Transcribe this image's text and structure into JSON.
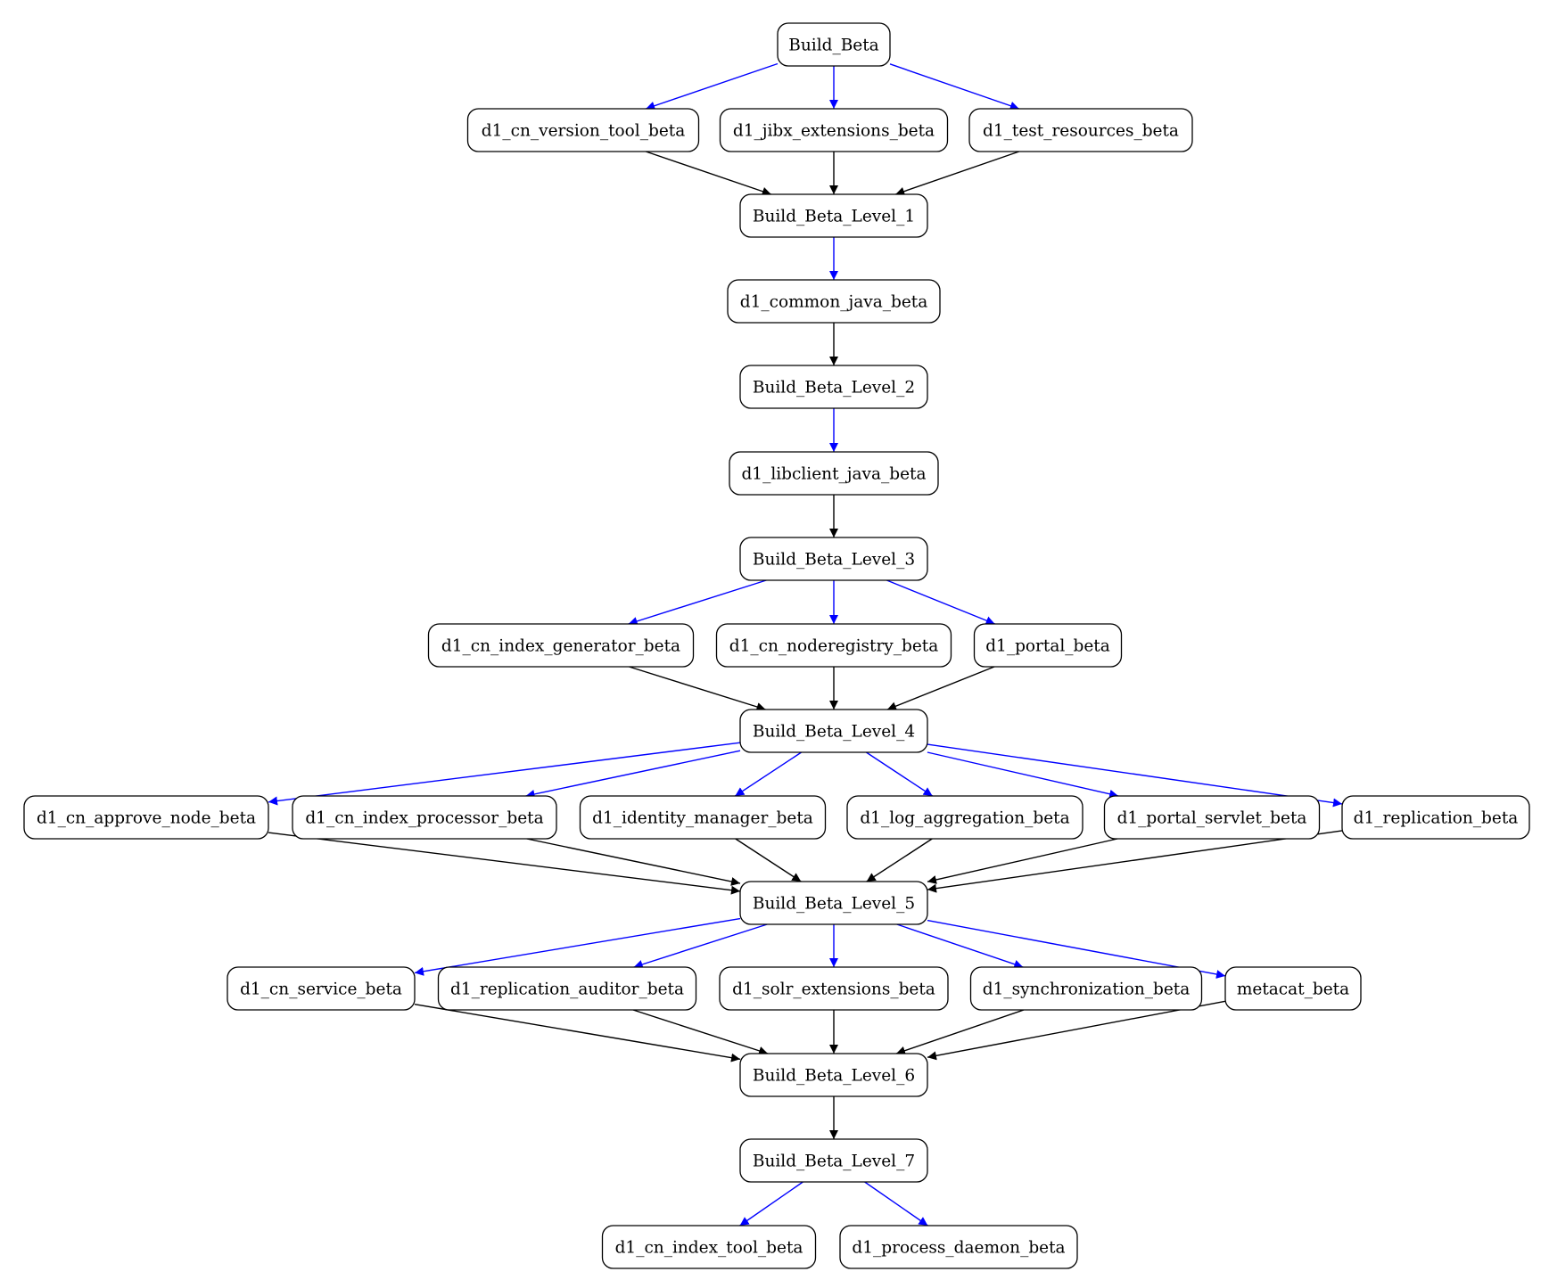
{
  "colors": {
    "blue_edge": "#0000ff",
    "black_edge": "#000000",
    "node_border": "#000000",
    "background": "#ffffff"
  },
  "graph": {
    "nodes": [
      {
        "id": "build_beta",
        "label": "Build_Beta"
      },
      {
        "id": "cn_version_tool",
        "label": "d1_cn_version_tool_beta"
      },
      {
        "id": "jibx_extensions",
        "label": "d1_jibx_extensions_beta"
      },
      {
        "id": "test_resources",
        "label": "d1_test_resources_beta"
      },
      {
        "id": "level_1",
        "label": "Build_Beta_Level_1"
      },
      {
        "id": "common_java",
        "label": "d1_common_java_beta"
      },
      {
        "id": "level_2",
        "label": "Build_Beta_Level_2"
      },
      {
        "id": "libclient_java",
        "label": "d1_libclient_java_beta"
      },
      {
        "id": "level_3",
        "label": "Build_Beta_Level_3"
      },
      {
        "id": "cn_index_generator",
        "label": "d1_cn_index_generator_beta"
      },
      {
        "id": "cn_noderegistry",
        "label": "d1_cn_noderegistry_beta"
      },
      {
        "id": "portal",
        "label": "d1_portal_beta"
      },
      {
        "id": "level_4",
        "label": "Build_Beta_Level_4"
      },
      {
        "id": "cn_approve_node",
        "label": "d1_cn_approve_node_beta"
      },
      {
        "id": "cn_index_processor",
        "label": "d1_cn_index_processor_beta"
      },
      {
        "id": "identity_manager",
        "label": "d1_identity_manager_beta"
      },
      {
        "id": "log_aggregation",
        "label": "d1_log_aggregation_beta"
      },
      {
        "id": "portal_servlet",
        "label": "d1_portal_servlet_beta"
      },
      {
        "id": "replication",
        "label": "d1_replication_beta"
      },
      {
        "id": "level_5",
        "label": "Build_Beta_Level_5"
      },
      {
        "id": "cn_service",
        "label": "d1_cn_service_beta"
      },
      {
        "id": "replication_auditor",
        "label": "d1_replication_auditor_beta"
      },
      {
        "id": "solr_extensions",
        "label": "d1_solr_extensions_beta"
      },
      {
        "id": "synchronization",
        "label": "d1_synchronization_beta"
      },
      {
        "id": "metacat",
        "label": "metacat_beta"
      },
      {
        "id": "level_6",
        "label": "Build_Beta_Level_6"
      },
      {
        "id": "level_7",
        "label": "Build_Beta_Level_7"
      },
      {
        "id": "cn_index_tool",
        "label": "d1_cn_index_tool_beta"
      },
      {
        "id": "process_daemon",
        "label": "d1_process_daemon_beta"
      }
    ],
    "edges": [
      {
        "from": "build_beta",
        "to": "cn_version_tool",
        "color": "blue"
      },
      {
        "from": "build_beta",
        "to": "jibx_extensions",
        "color": "blue"
      },
      {
        "from": "build_beta",
        "to": "test_resources",
        "color": "blue"
      },
      {
        "from": "cn_version_tool",
        "to": "level_1",
        "color": "black"
      },
      {
        "from": "jibx_extensions",
        "to": "level_1",
        "color": "black"
      },
      {
        "from": "test_resources",
        "to": "level_1",
        "color": "black"
      },
      {
        "from": "level_1",
        "to": "common_java",
        "color": "blue"
      },
      {
        "from": "common_java",
        "to": "level_2",
        "color": "black"
      },
      {
        "from": "level_2",
        "to": "libclient_java",
        "color": "blue"
      },
      {
        "from": "libclient_java",
        "to": "level_3",
        "color": "black"
      },
      {
        "from": "level_3",
        "to": "cn_index_generator",
        "color": "blue"
      },
      {
        "from": "level_3",
        "to": "cn_noderegistry",
        "color": "blue"
      },
      {
        "from": "level_3",
        "to": "portal",
        "color": "blue"
      },
      {
        "from": "cn_index_generator",
        "to": "level_4",
        "color": "black"
      },
      {
        "from": "cn_noderegistry",
        "to": "level_4",
        "color": "black"
      },
      {
        "from": "portal",
        "to": "level_4",
        "color": "black"
      },
      {
        "from": "level_4",
        "to": "cn_approve_node",
        "color": "blue"
      },
      {
        "from": "level_4",
        "to": "cn_index_processor",
        "color": "blue"
      },
      {
        "from": "level_4",
        "to": "identity_manager",
        "color": "blue"
      },
      {
        "from": "level_4",
        "to": "log_aggregation",
        "color": "blue"
      },
      {
        "from": "level_4",
        "to": "portal_servlet",
        "color": "blue"
      },
      {
        "from": "level_4",
        "to": "replication",
        "color": "blue"
      },
      {
        "from": "cn_approve_node",
        "to": "level_5",
        "color": "black"
      },
      {
        "from": "cn_index_processor",
        "to": "level_5",
        "color": "black"
      },
      {
        "from": "identity_manager",
        "to": "level_5",
        "color": "black"
      },
      {
        "from": "log_aggregation",
        "to": "level_5",
        "color": "black"
      },
      {
        "from": "portal_servlet",
        "to": "level_5",
        "color": "black"
      },
      {
        "from": "replication",
        "to": "level_5",
        "color": "black"
      },
      {
        "from": "level_5",
        "to": "cn_service",
        "color": "blue"
      },
      {
        "from": "level_5",
        "to": "replication_auditor",
        "color": "blue"
      },
      {
        "from": "level_5",
        "to": "solr_extensions",
        "color": "blue"
      },
      {
        "from": "level_5",
        "to": "synchronization",
        "color": "blue"
      },
      {
        "from": "level_5",
        "to": "metacat",
        "color": "blue"
      },
      {
        "from": "cn_service",
        "to": "level_6",
        "color": "black"
      },
      {
        "from": "replication_auditor",
        "to": "level_6",
        "color": "black"
      },
      {
        "from": "solr_extensions",
        "to": "level_6",
        "color": "black"
      },
      {
        "from": "synchronization",
        "to": "level_6",
        "color": "black"
      },
      {
        "from": "metacat",
        "to": "level_6",
        "color": "black"
      },
      {
        "from": "level_6",
        "to": "level_7",
        "color": "black"
      },
      {
        "from": "level_7",
        "to": "cn_index_tool",
        "color": "blue"
      },
      {
        "from": "level_7",
        "to": "process_daemon",
        "color": "blue"
      }
    ]
  }
}
